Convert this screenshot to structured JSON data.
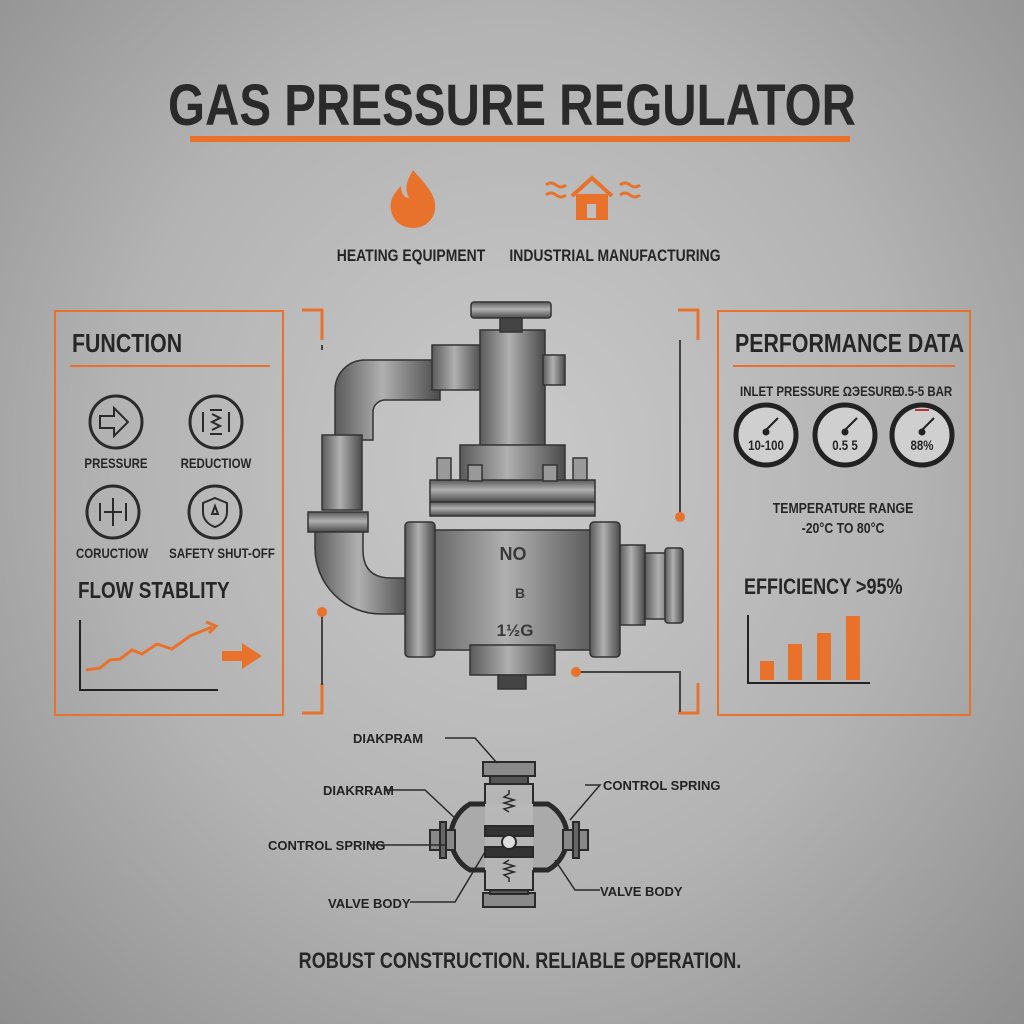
{
  "title": "GAS PRESSURE REGULATOR",
  "applications": [
    {
      "label": "HEATING EQUIPMENT",
      "icon": "flame-icon"
    },
    {
      "label": "INDUSTRIAL MANUFACTURING",
      "icon": "house-icon"
    }
  ],
  "function": {
    "heading": "FUNCTION",
    "items": [
      {
        "label": "PRESSURE",
        "icon": "arrow-right-icon"
      },
      {
        "label": "REDUCTIOW",
        "icon": "spring-icon"
      },
      {
        "label": "CORUCTIOW",
        "icon": "valve-icon"
      },
      {
        "label": "SAFETY SHUT-OFF",
        "icon": "shield-flame-icon"
      }
    ],
    "flow_heading": "FLOW STABLITY"
  },
  "performance": {
    "heading": "PERFORMANCE DATA",
    "gauge_caption_left": "INLET PRESSURE ΩЭESURE",
    "gauge_caption_right": "0.5-5 BAR",
    "gauges": [
      "10-100",
      "0.5 5",
      "88%"
    ],
    "temp_label": "TEMPERATURE RANGE",
    "temp_value": "-20°C TO 80°C",
    "efficiency": "EFFICIENCY >95%"
  },
  "valve_markings": [
    "NO",
    "B",
    "1½G"
  ],
  "diagram": {
    "labels": [
      "DIAKPRAM",
      "DIAKRRAM",
      "CONTROL SPRING",
      "CONTROL SPRING",
      "VALVE BODY",
      "VALVE BODY"
    ]
  },
  "tagline": "ROBUST CONSTRUCTION. RELIABLE OPERATION.",
  "colors": {
    "accent": "#e8722c",
    "text": "#262626",
    "background": "#b8b8b8"
  }
}
